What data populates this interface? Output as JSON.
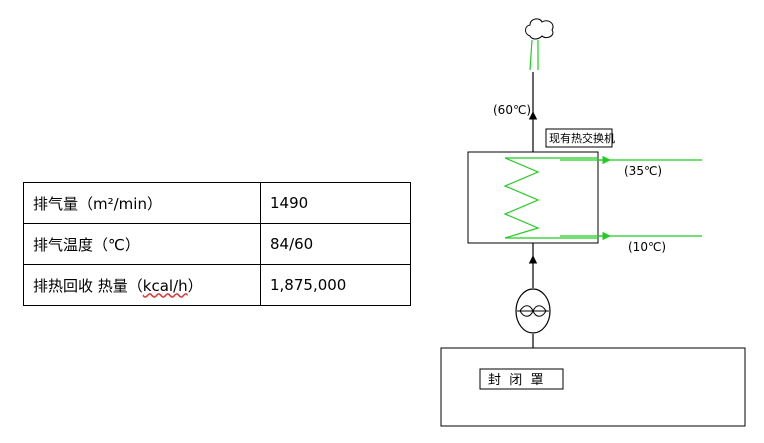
{
  "table": {
    "rows": [
      {
        "label": "排气量（m²/min）",
        "value": "1490"
      },
      {
        "label": "排气温度（℃）",
        "value": "84/60"
      },
      {
        "label_main": "排热回收 热量（",
        "label_unit": "kcal/h",
        "label_end": "）",
        "value": "1,875,000"
      }
    ]
  },
  "diagram": {
    "exhaust_temp": "(60℃)",
    "exchanger_label": "现有热交换机",
    "outlet_temp": "(35℃)",
    "inlet_temp": "(10℃)",
    "hood_label": "封  闭  罩"
  },
  "colors": {
    "water_line": "#22cc22",
    "stack": "#22cc22",
    "line": "#000000"
  }
}
